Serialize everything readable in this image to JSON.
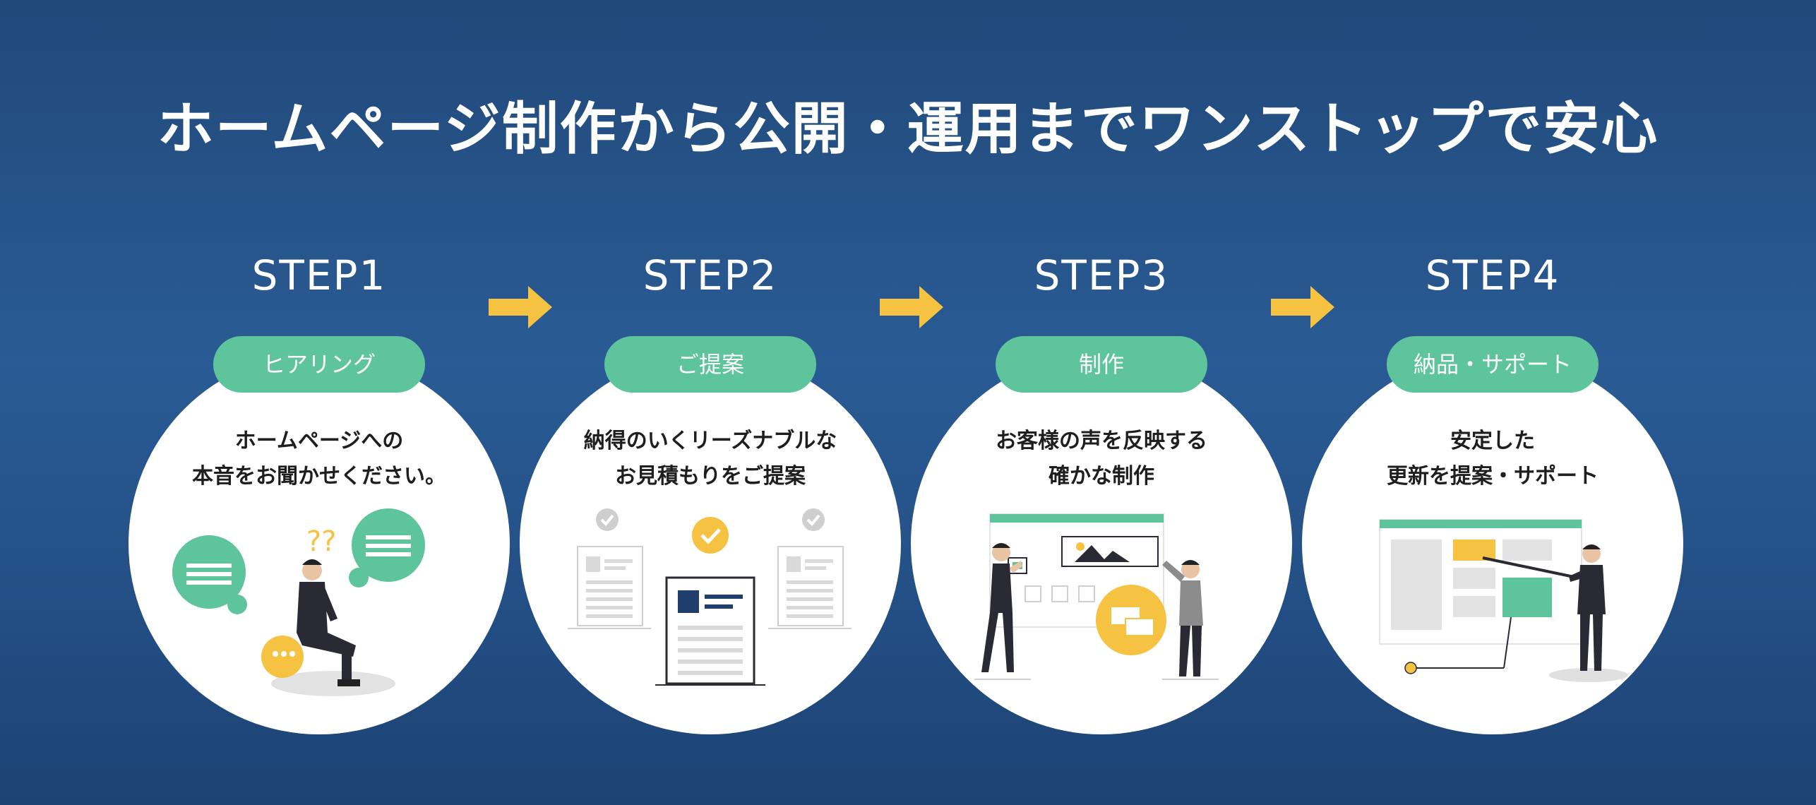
{
  "title": "ホームページ制作から公開・運用までワンストップで安心",
  "colors": {
    "accent_green": "#5ec49b",
    "accent_yellow": "#f5c242",
    "background": "#2a5b94"
  },
  "steps": [
    {
      "label": "STEP1",
      "tag": "ヒアリング",
      "lines": [
        "ホームページへの",
        "本音をお聞かせください。"
      ],
      "icon": "consultation-illustration"
    },
    {
      "label": "STEP2",
      "tag": "ご提案",
      "lines": [
        "納得のいくリーズナブルな",
        "お見積もりをご提案"
      ],
      "icon": "proposal-documents-illustration"
    },
    {
      "label": "STEP3",
      "tag": "制作",
      "lines": [
        "お客様の声を反映する",
        "確かな制作"
      ],
      "icon": "production-illustration"
    },
    {
      "label": "STEP4",
      "tag": "納品・サポート",
      "lines": [
        "安定した",
        "更新を提案・サポート"
      ],
      "icon": "presentation-illustration"
    }
  ]
}
